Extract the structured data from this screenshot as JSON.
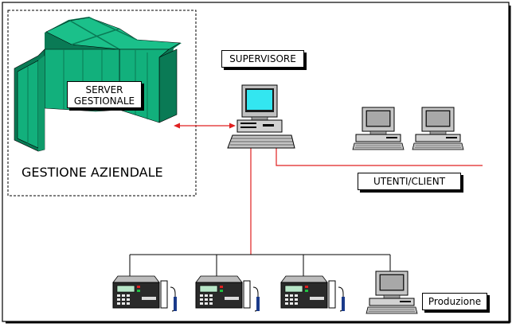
{
  "diagram": {
    "server_label": "SERVER GESTIONALE",
    "section_label": "GESTIONE AZIENDALE",
    "supervisor_label": "SUPERVISORE",
    "clients_label": "UTENTI/CLIENT",
    "production_label": "Produzione"
  },
  "colors": {
    "server_green": "#12b07c",
    "server_dark": "#0a7a55",
    "link_red": "#e02020",
    "screen_cyan": "#33e6f0",
    "terminal_body": "#2a2a2a",
    "display_green": "#b8e6c8"
  },
  "icons": [
    "server-rack-icon",
    "supervisor-workstation-icon",
    "client-workstation-icon",
    "production-terminal-icon",
    "production-workstation-icon"
  ]
}
